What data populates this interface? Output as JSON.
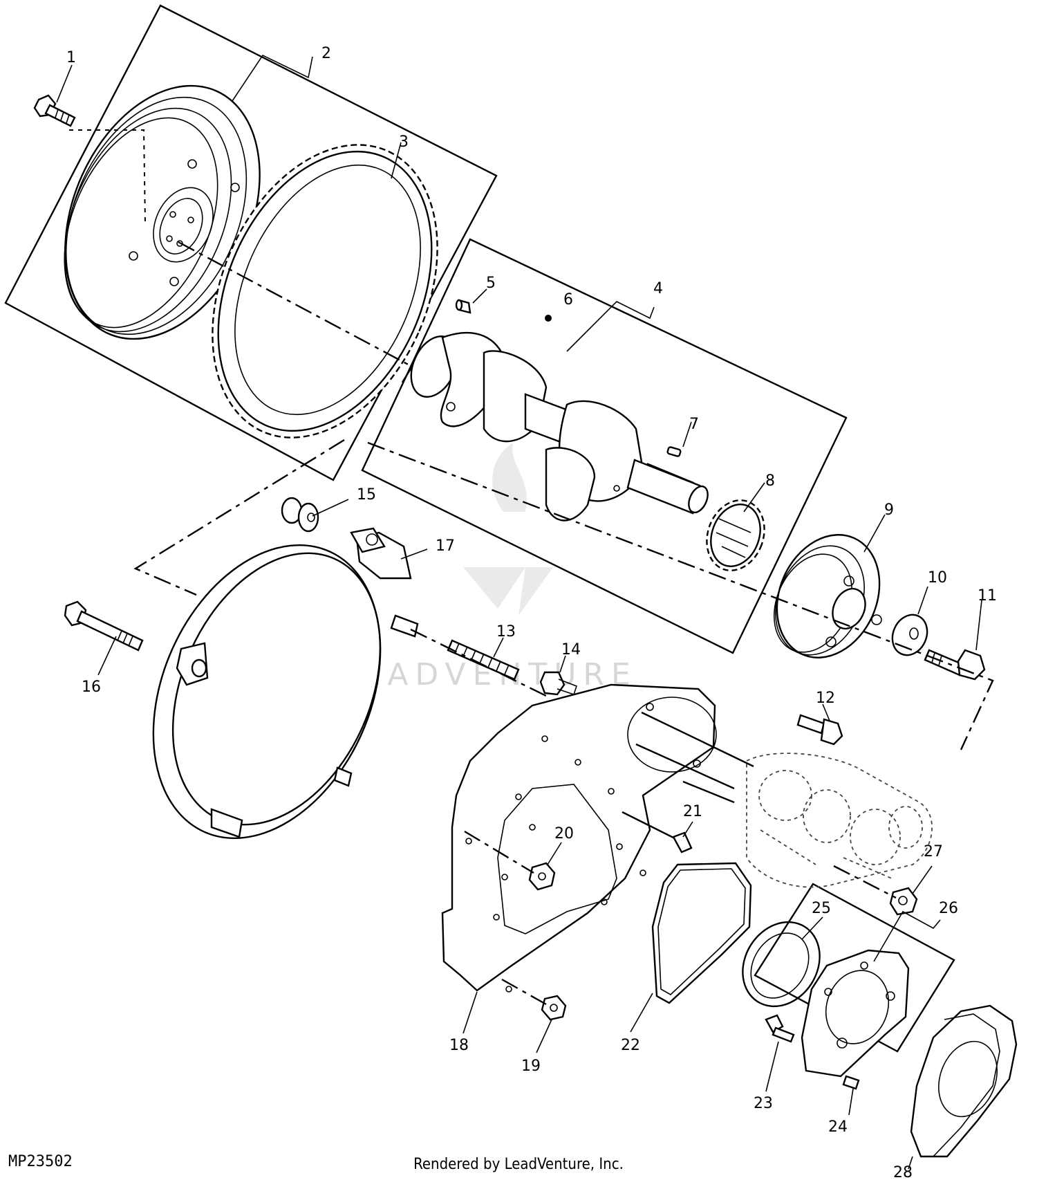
{
  "diagram": {
    "part_callouts": [
      "1",
      "2",
      "3",
      "4",
      "5",
      "6",
      "7",
      "8",
      "9",
      "10",
      "11",
      "12",
      "13",
      "14",
      "15",
      "16",
      "17",
      "18",
      "19",
      "20",
      "21",
      "22",
      "23",
      "24",
      "25",
      "26",
      "27",
      "28"
    ],
    "figure_code": "MP23502",
    "credit": "Rendered by LeadVenture, Inc.",
    "watermark": "LEADVENTURE"
  },
  "colors": {
    "line": "#000000",
    "background": "#ffffff",
    "watermark": "#d6d6d6"
  }
}
